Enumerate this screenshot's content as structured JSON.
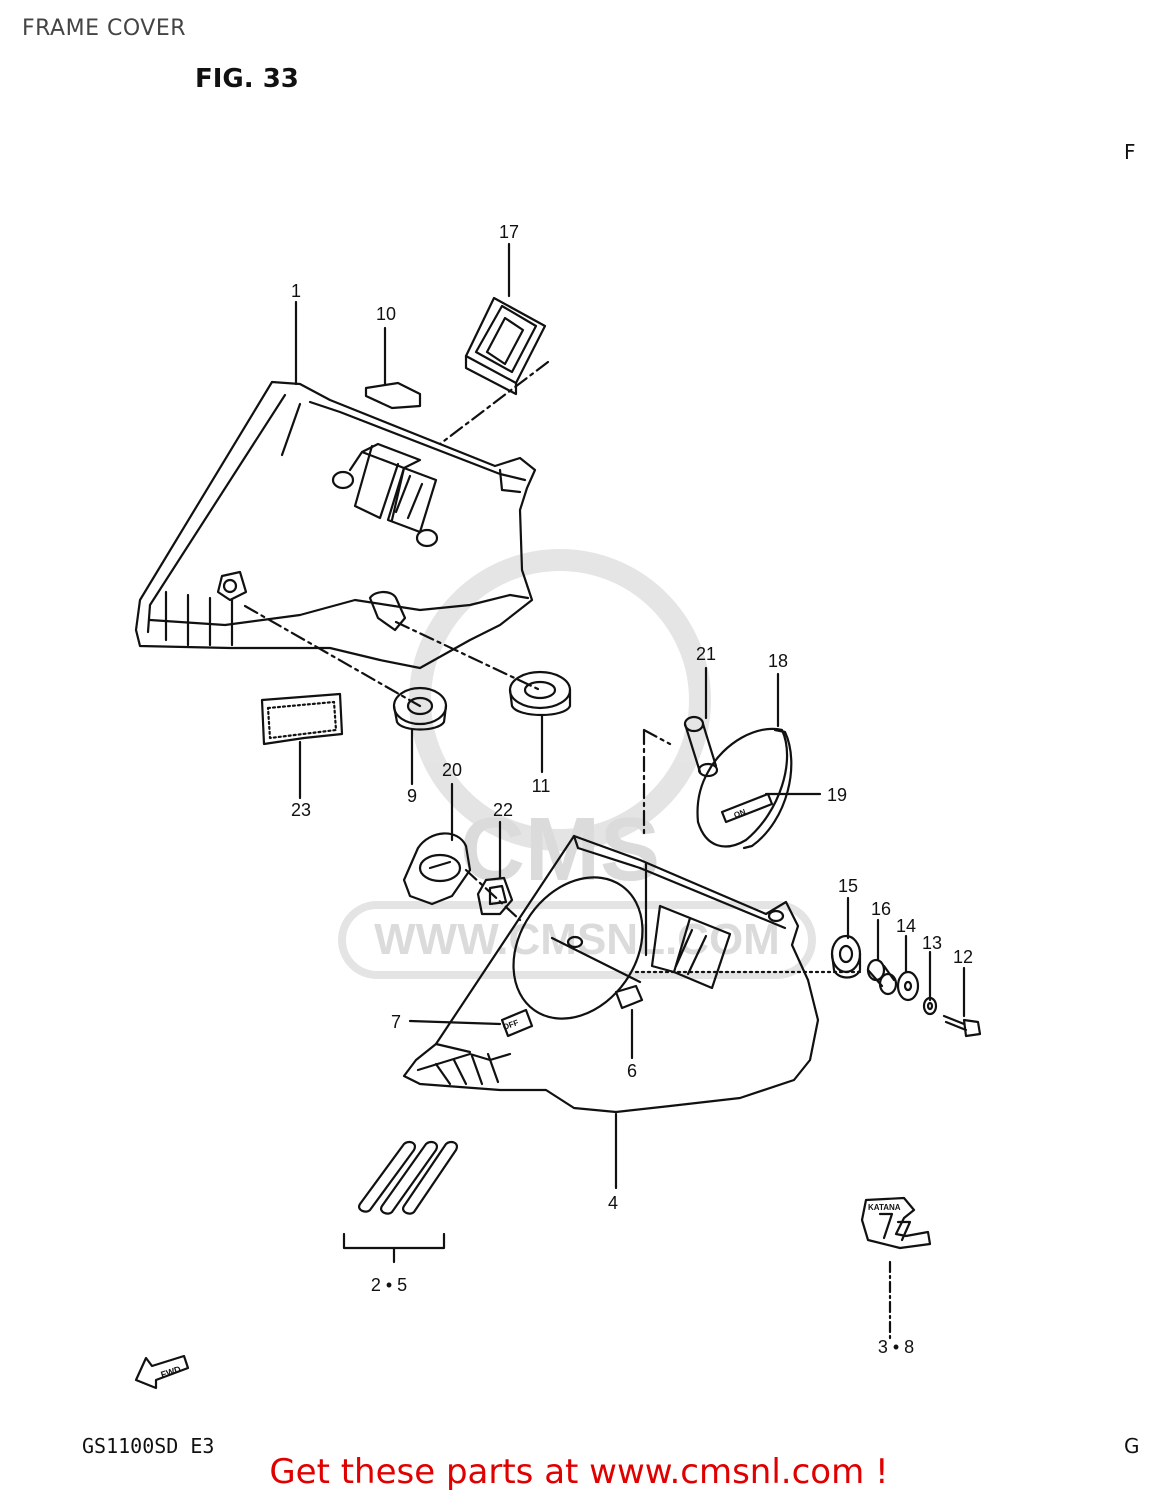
{
  "header": {
    "title": "FRAME COVER"
  },
  "figure": {
    "title": "FIG. 33"
  },
  "model": "GS1100SD  E3",
  "edge_marks": {
    "top_right": "F",
    "bottom_right": "G"
  },
  "watermark": {
    "brand": "CMS",
    "url": "WWW.CMSNL.COM"
  },
  "footer": {
    "link_text": "Get these parts at www.cmsnl.com !"
  },
  "badges": {
    "fwd": "FWD",
    "katana": "KATANA",
    "off": "OFF",
    "on": "ON"
  },
  "callouts": {
    "c1": "1",
    "c4": "4",
    "c6": "6",
    "c7": "7",
    "c9": "9",
    "c10": "10",
    "c11": "11",
    "c12": "12",
    "c13": "13",
    "c14": "14",
    "c15": "15",
    "c16": "16",
    "c17": "17",
    "c18": "18",
    "c19": "19",
    "c20": "20",
    "c21": "21",
    "c22": "22",
    "c23": "23",
    "c25": "2 • 5",
    "c38": "3 • 8"
  }
}
